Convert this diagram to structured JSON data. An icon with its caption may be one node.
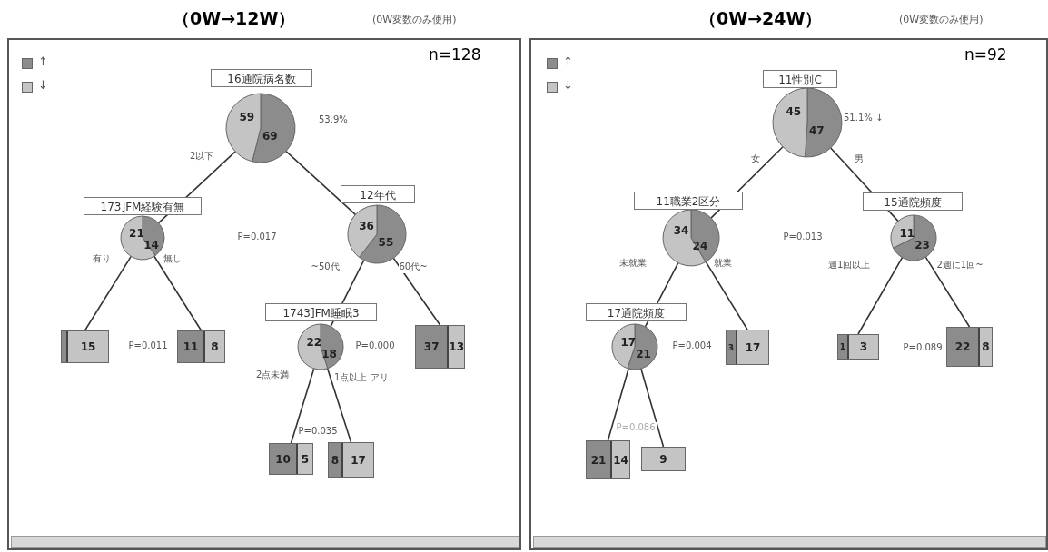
{
  "diagram": {
    "nodes": [
      {
        "text": [
          "（0W→12W）",
          "(0W変数のみ使用)",
          "n=128"
        ]
      },
      {
        "text": [
          "16通院病名数",
          "59",
          "69"
        ],
        "beside": [
          "53.9%"
        ],
        "in": 0
      },
      {
        "text": [
          "173]FM経験有無",
          "21",
          "14"
        ],
        "in": 0
      },
      {
        "text": [
          "12年代",
          "36",
          "55"
        ],
        "in": 0
      },
      {
        "text": [
          "15"
        ],
        "in": 0
      },
      {
        "text": [
          "11",
          "8"
        ],
        "in": 0
      },
      {
        "text": [
          "1743]FM睡眠3",
          "22",
          "18"
        ],
        "in": 0
      },
      {
        "text": [
          "37",
          "13"
        ],
        "in": 0
      },
      {
        "text": [
          "10",
          "5"
        ],
        "in": 0
      },
      {
        "text": [
          "8",
          "17"
        ],
        "in": 0
      },
      {
        "text": [
          "（0W→24W）",
          "(0W変数のみ使用)",
          "n=92"
        ]
      },
      {
        "text": [
          "11性別C",
          "45",
          "47"
        ],
        "beside": [
          "51.1% ↓"
        ],
        "in": 10
      },
      {
        "text": [
          "11職業2区分",
          "34",
          "24"
        ],
        "in": 10
      },
      {
        "text": [
          "15通院頻度",
          "11",
          "23"
        ],
        "in": 10
      },
      {
        "text": [
          "17通院頻度",
          "17",
          "21"
        ],
        "in": 10
      },
      {
        "text": [
          "3",
          "17"
        ],
        "in": 10
      },
      {
        "text": [
          "1",
          "3"
        ],
        "in": 10
      },
      {
        "text": [
          "22",
          "8"
        ],
        "in": 10
      },
      {
        "text": [
          "21",
          "14"
        ],
        "in": 10
      },
      {
        "text": [
          "9"
        ],
        "in": 10
      }
    ],
    "edges": [
      {
        "from": 1,
        "to": 2,
        "arrow": "none",
        "label": "2以下"
      },
      {
        "from": 1,
        "to": 3,
        "arrow": "none"
      },
      {
        "from": 2,
        "to": 4,
        "arrow": "none",
        "label": "有り"
      },
      {
        "from": 2,
        "to": 5,
        "arrow": "none",
        "label": "無し"
      },
      {
        "from": 3,
        "to": 6,
        "arrow": "none",
        "label": "~50代"
      },
      {
        "from": 3,
        "to": 7,
        "arrow": "none",
        "label": "60代~"
      },
      {
        "from": 6,
        "to": 8,
        "arrow": "none",
        "label": "2点未満"
      },
      {
        "from": 6,
        "to": 9,
        "arrow": "none",
        "label": "1点以上 アリ"
      },
      {
        "from": 11,
        "to": 12,
        "arrow": "none",
        "label": "女"
      },
      {
        "from": 11,
        "to": 13,
        "arrow": "none",
        "label": "男"
      },
      {
        "from": 12,
        "to": 14,
        "arrow": "none",
        "label": "未就業"
      },
      {
        "from": 12,
        "to": 15,
        "arrow": "none",
        "label": "就業"
      },
      {
        "from": 13,
        "to": 16,
        "arrow": "none",
        "label": "週1回以上"
      },
      {
        "from": 13,
        "to": 17,
        "arrow": "none",
        "label": "2週に1回~"
      },
      {
        "from": 14,
        "to": 18,
        "arrow": "none"
      },
      {
        "from": 14,
        "to": 19,
        "arrow": "none"
      }
    ],
    "labels": [
      "P=0.017",
      "P=0.011",
      "P=0.000",
      "P=0.035",
      "P=0.013",
      "P=0.004",
      "P=0.089",
      "P=0.086"
    ],
    "legend": [
      {
        "text": "↑",
        "color": "#8c8c8c"
      },
      {
        "text": "↓",
        "color": "#c4c4c4"
      },
      {
        "text": "↑",
        "color": "#8c8c8c"
      },
      {
        "text": "↓",
        "color": "#c4c4c4"
      }
    ]
  }
}
